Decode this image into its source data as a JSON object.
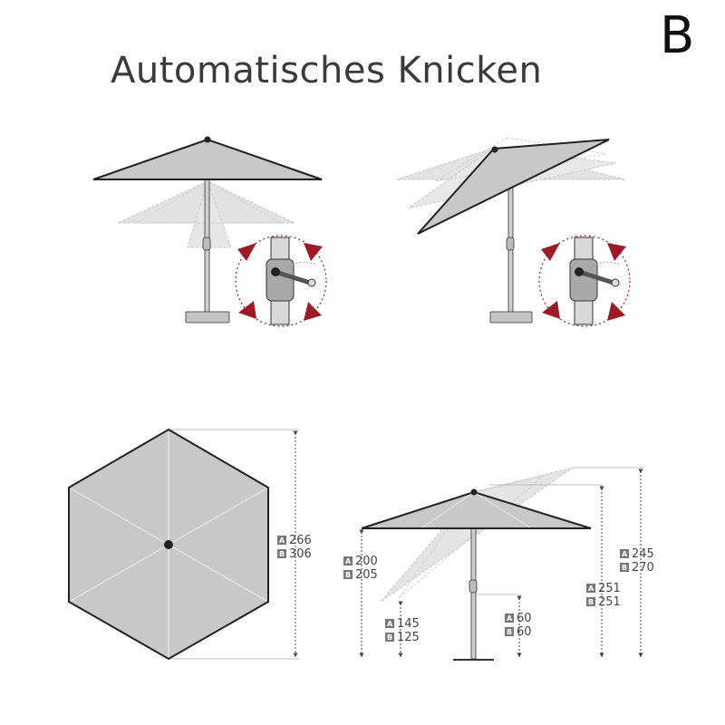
{
  "corner_letter": "B",
  "title": "Automatisches Knicken",
  "dimensions": {
    "top_view": {
      "A": "266",
      "B": "306"
    },
    "side_left_height": {
      "A": "200",
      "B": "205"
    },
    "tilted_low": {
      "A": "145",
      "B": "125"
    },
    "handle_height": {
      "A": "60",
      "B": "60"
    },
    "tilted_top": {
      "A": "251",
      "B": "251"
    },
    "overall_height": {
      "A": "245",
      "B": "270"
    }
  },
  "tag_labels": {
    "a": "A",
    "b": "B"
  },
  "colors": {
    "canopy": "#c8c8c8",
    "canopy_outline": "#222222",
    "ghost": "#dcdcdc",
    "arrow_red": "#9b1c27",
    "pole": "#bdbdbd"
  }
}
